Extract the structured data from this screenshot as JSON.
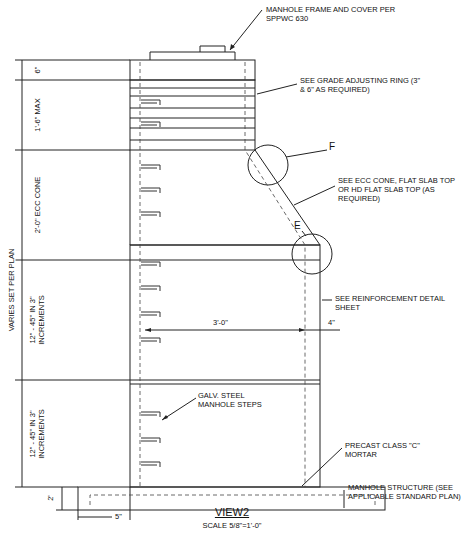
{
  "diagram": {
    "caption": "VIEW2",
    "labels": [
      "MANHOLE FRAME AND COVER PER SPPWC 630",
      "SEE GRADE ADJUSTING RING (3\" & 6\" AS REQUIRED)",
      "F",
      "SEE ECC CONE, FLAT SLAB TOP OR HD FLAT SLAB TOP (AS REQUIRED)",
      "E",
      "SEE REINFORCEMENT DETAIL SHEET",
      "3'-0\"",
      "4\"",
      "GALV. STEEL MANHOLE STEPS",
      "PRECAST CLASS \"C\" MORTAR",
      "MANHOLE STRUCTURE (SEE APPLICABLE STANDARD PLAN)",
      "5\"",
      "6\"",
      "1'-6\" MAX",
      "2'-0\" ECC CONE",
      "12\" - 45\" IN 3\" INCREMENTS",
      "12\" - 45\" IN 3\" INCREMENTS",
      "2'",
      "VARIES SET PER PLAN",
      "SCALE 5/8\"=1'-0\""
    ]
  }
}
